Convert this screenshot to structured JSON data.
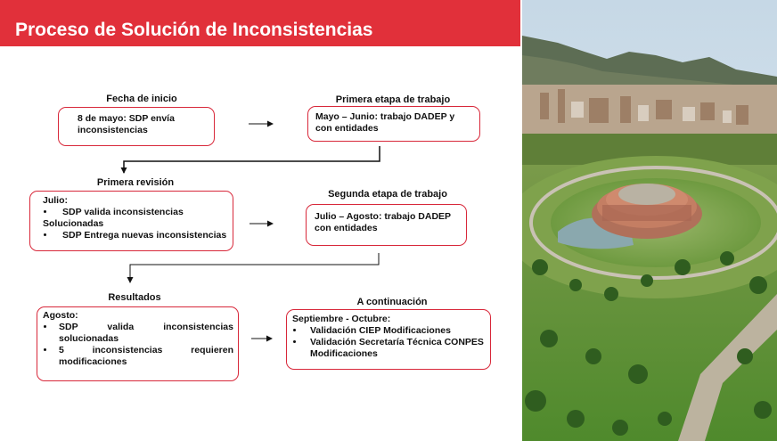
{
  "title": "Proceso de Solución de Inconsistencias",
  "steps": {
    "fecha_inicio": {
      "header": "Fecha de inicio",
      "text": "8 de mayo: SDP envía inconsistencias"
    },
    "primera_etapa": {
      "header": "Primera etapa de trabajo",
      "text": "Mayo – Junio: trabajo DADEP y con entidades"
    },
    "primera_revision": {
      "header": "Primera revisión",
      "lead": "Julio:",
      "bullet1a": "SDP valida inconsistencias",
      "bullet1b": "Solucionadas",
      "bullet2": "SDP Entrega nuevas inconsistencias"
    },
    "segunda_etapa": {
      "header": "Segunda etapa de trabajo",
      "text": "Julio – Agosto: trabajo DADEP con entidades"
    },
    "resultados": {
      "header": "Resultados",
      "lead": "Agosto:",
      "bullet1a": "SDP valida inconsistencias",
      "bullet1b": "solucionadas",
      "bullet2a": "5 inconsistencias requieren",
      "bullet2b": "modificaciones"
    },
    "continuacion": {
      "header": "A continuación",
      "lead": "Septiembre - Octubre:",
      "bullet1": "Validación CIEP Modificaciones",
      "bullet2a": "Validación Secretaría Técnica CONPES",
      "bullet2b": "Modificaciones"
    }
  },
  "colors": {
    "title_bar": "#e1303a",
    "box_border": "#d8283a"
  },
  "photo": {
    "alt": ""
  }
}
